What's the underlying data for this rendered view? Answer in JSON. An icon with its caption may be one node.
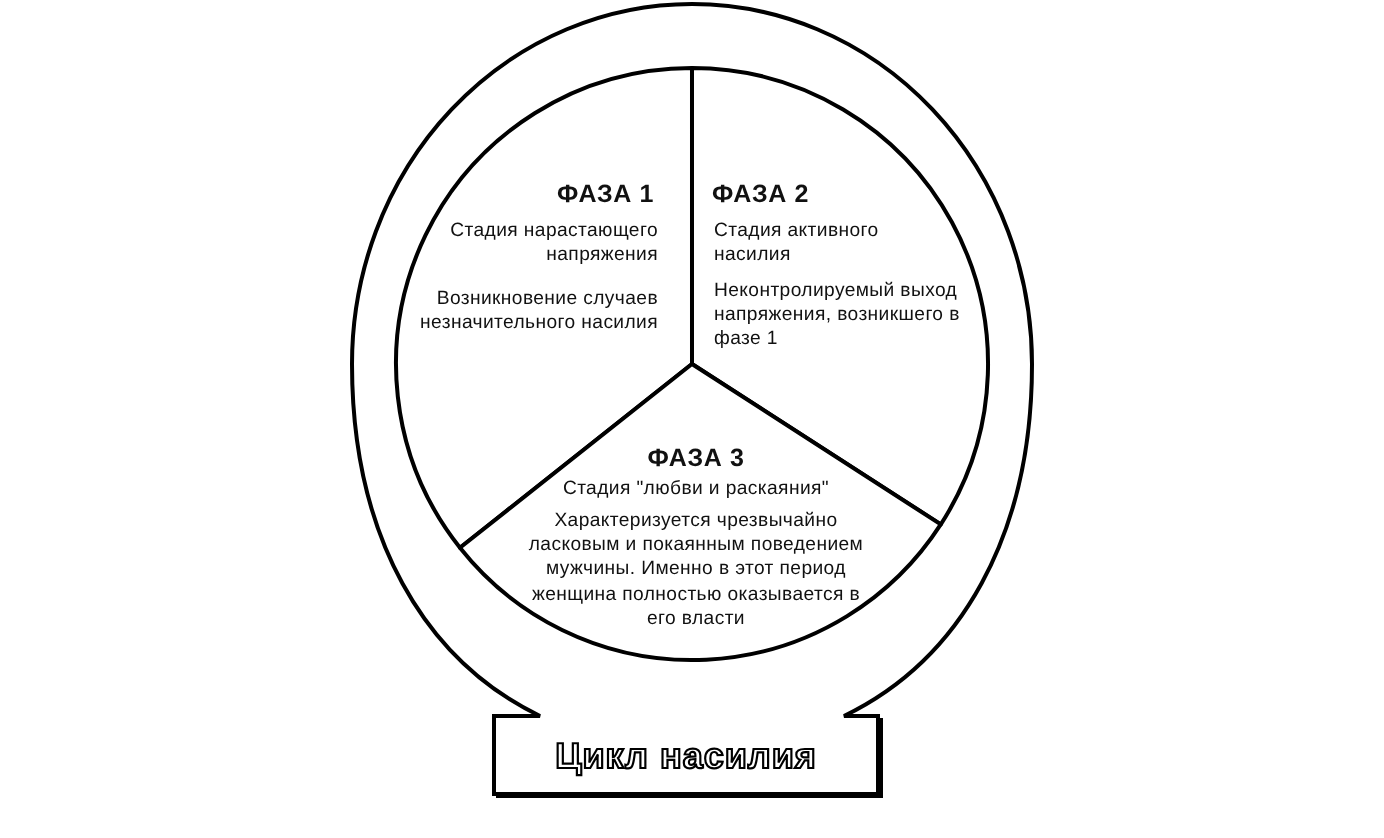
{
  "diagram": {
    "nodes": [
      {
        "text": [
          "Цикл насилия"
        ]
      },
      {
        "text": [
          "ФАЗА 1",
          "Стадия нарастающего напряжения",
          "Возникновение случаев незначительного насилия"
        ],
        "in": 0
      },
      {
        "text": [
          "ФАЗА 2",
          "Стадия активного насилия",
          "Неконтролируемый выход напряжения, возникшего в фазе 1"
        ],
        "in": 0
      },
      {
        "text": [
          "ФАЗА 3",
          "Стадия \"любви и раскаяния\"",
          "Характеризуется чрезвычайно ласковым и покаянным поведением мужчины. Именно в этот период женщина полностью оказывается в его власти"
        ],
        "in": 0
      }
    ]
  }
}
